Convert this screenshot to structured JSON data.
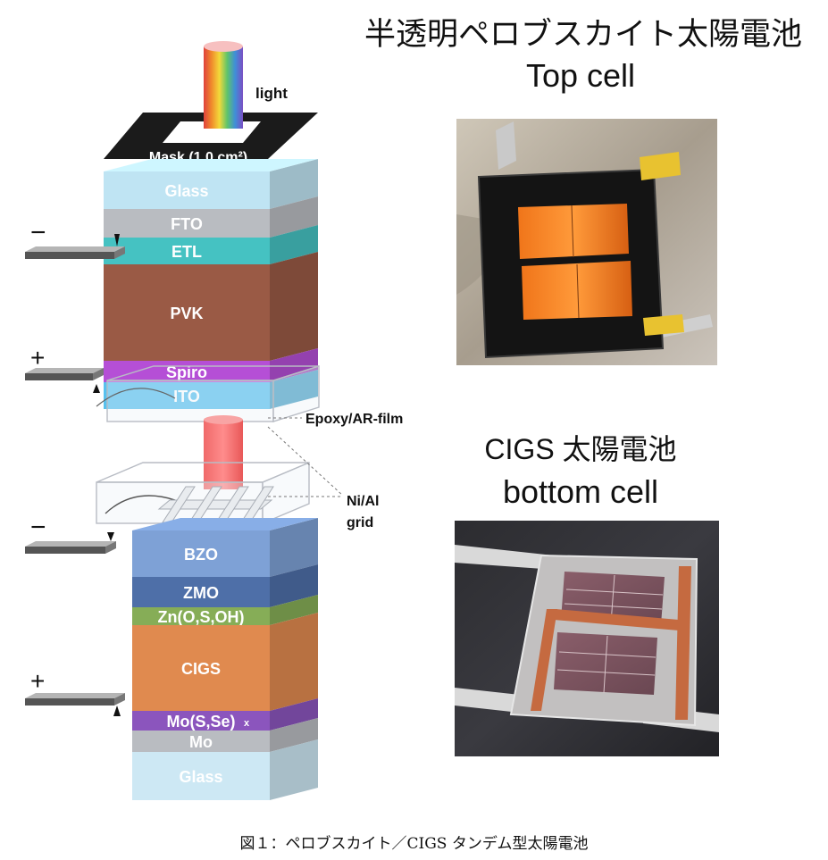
{
  "headings": {
    "semi_transparent_pvk": "半透明ペロブスカイト太陽電池",
    "top_cell": "Top cell",
    "cigs_cell": "CIGS 太陽電池",
    "bottom_cell": "bottom cell"
  },
  "caption": "図１：ペロブスカイト／CIGS タンデム型太陽電池",
  "labels": {
    "light": "light",
    "mask": "Mask (1.0 cm²)",
    "epoxy": "Epoxy/AR-film",
    "grid_line1": "Ni/Al",
    "grid_line2": "grid"
  },
  "terminals": {
    "top_minus": "−",
    "top_plus": "+",
    "bottom_minus": "−",
    "bottom_plus": "+"
  },
  "top_stack_layers": [
    {
      "name": "Glass",
      "color": "#bfe4f3"
    },
    {
      "name": "FTO",
      "color": "#b9bcc1"
    },
    {
      "name": "ETL",
      "color": "#45c2c2"
    },
    {
      "name": "PVK",
      "color": "#9a5a45"
    },
    {
      "name": "Spiro",
      "color": "#b54fd6"
    },
    {
      "name": "ITO",
      "color": "#58c1ee"
    }
  ],
  "bottom_stack_layers": [
    {
      "name": "BZO",
      "color": "#7ea1d6"
    },
    {
      "name": "ZMO",
      "color": "#4e6fa8"
    },
    {
      "name": "Zn(O,S,OH)",
      "color": "#86ad57"
    },
    {
      "name": "CIGS",
      "color": "#e08a4f"
    },
    {
      "name": "Mo(S,Se)",
      "color": "#8b55bd"
    },
    {
      "name": "Mo",
      "color": "#b9bcc1"
    },
    {
      "name": "Glass",
      "color": "#cde8f4"
    }
  ],
  "mo_sse_subscript": "x"
}
